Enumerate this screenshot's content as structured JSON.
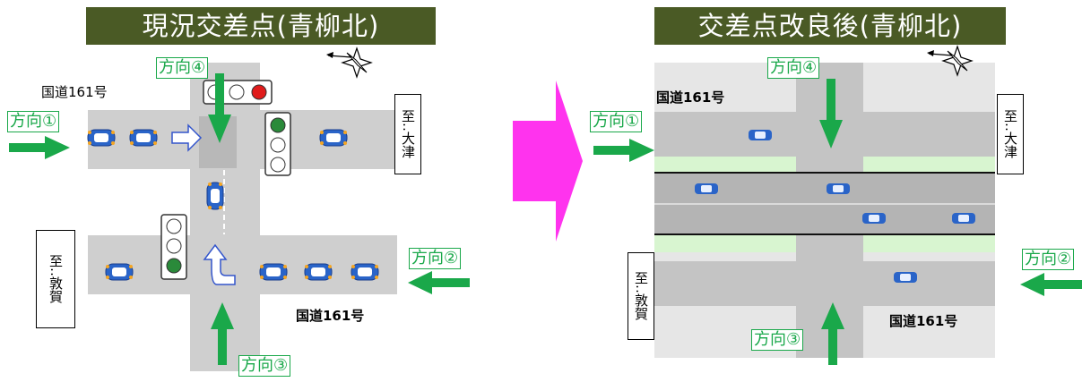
{
  "before": {
    "title": "現況交差点(青柳北)",
    "route_top": "国道161号",
    "route_bottom": "国道161号",
    "dest_otsu": "至‥大津",
    "dest_tsuruga": "至‥敦賀",
    "dir1": "方向①",
    "dir2": "方向②",
    "dir3": "方向③",
    "dir4": "方向④",
    "colors": {
      "road": "#cfcfcf",
      "car": "#2a64c8",
      "arrow": "#1aa84a"
    }
  },
  "after": {
    "title": "交差点改良後(青柳北)",
    "route_top": "国道161号",
    "route_bottom": "国道161号",
    "dest_otsu": "至‥大津",
    "dest_tsuruga": "至‥敦賀",
    "dir1": "方向①",
    "dir2": "方向②",
    "dir3": "方向③",
    "dir4": "方向④",
    "colors": {
      "road": "#c4c4c4",
      "verge": "#d8f5d0",
      "car": "#2a64c8",
      "arrow": "#1aa84a"
    }
  },
  "transition_arrow_color": "#ff33ee"
}
